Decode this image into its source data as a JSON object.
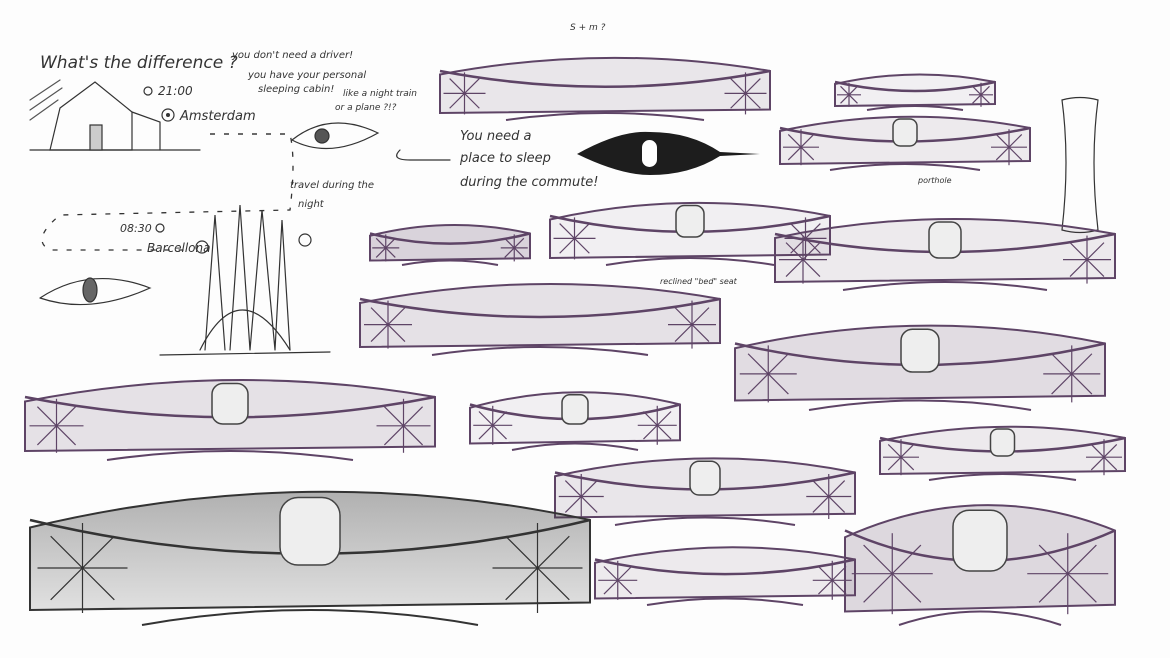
{
  "colors": {
    "sketch_purple": "#5e4466",
    "ink": "#2a2a2a",
    "paper": "#fdfdfd"
  },
  "notes": {
    "title": "What's the difference ?",
    "driver": "you don't need a driver!",
    "cabin_1": "you have your personal",
    "cabin_2": "sleeping cabin!",
    "train_1": "like a night train",
    "train_2": "or a plane ?!?",
    "depart_time": "21:00",
    "depart_city": "Amsterdam",
    "travel_1": "travel during the",
    "travel_2": "night",
    "arrive_time": "08:30",
    "arrive_city": "Barcellona",
    "sleep_1": "You need a",
    "sleep_2": "place to sleep",
    "sleep_3": "during the commute!",
    "dimension": "S + m ?",
    "seat_label": "reclined \"bed\" seat",
    "porthole_label": "porthole"
  }
}
